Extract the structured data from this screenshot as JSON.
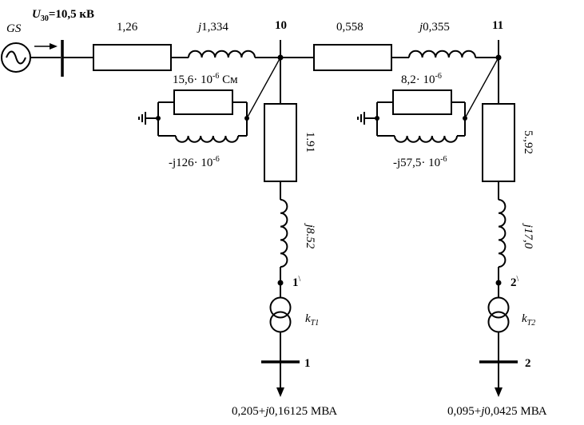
{
  "source": {
    "name": "GS",
    "voltage_sym": "U",
    "voltage_sub": "30",
    "voltage_value": "=10,5 кВ"
  },
  "line1": {
    "r": "1,26",
    "x_j": "j",
    "x_val": "1,334"
  },
  "node10": {
    "label": "10"
  },
  "line2": {
    "r": "0,558",
    "x_j": "j",
    "x_val": "0,355"
  },
  "node11": {
    "label": "11"
  },
  "shunt10": {
    "g_base": "15,6· 10",
    "g_exp": "-6",
    "g_unit": " См",
    "b_base": "-j126· 10",
    "b_exp": "-6"
  },
  "shunt11": {
    "g_base": "8,2· 10",
    "g_exp": "-6",
    "b_base": "-j57,5· 10",
    "b_exp": "-6"
  },
  "t1": {
    "r": "1.91",
    "x": "j8.52",
    "node_in": "1",
    "node_in_mark": "\\",
    "coef_k": "k",
    "coef_sub": "T1",
    "node_out": "1",
    "load_a": "0,205+",
    "load_j": "j",
    "load_b": "0,16125  МВА"
  },
  "t2": {
    "r": "5.,92",
    "x": "j17,0",
    "node_in": "2",
    "node_in_mark": "\\",
    "coef_k": "k",
    "coef_sub": "T2",
    "node_out": "2",
    "load_a": "0,095+",
    "load_j": "j",
    "load_b": "0,0425 МВА"
  }
}
